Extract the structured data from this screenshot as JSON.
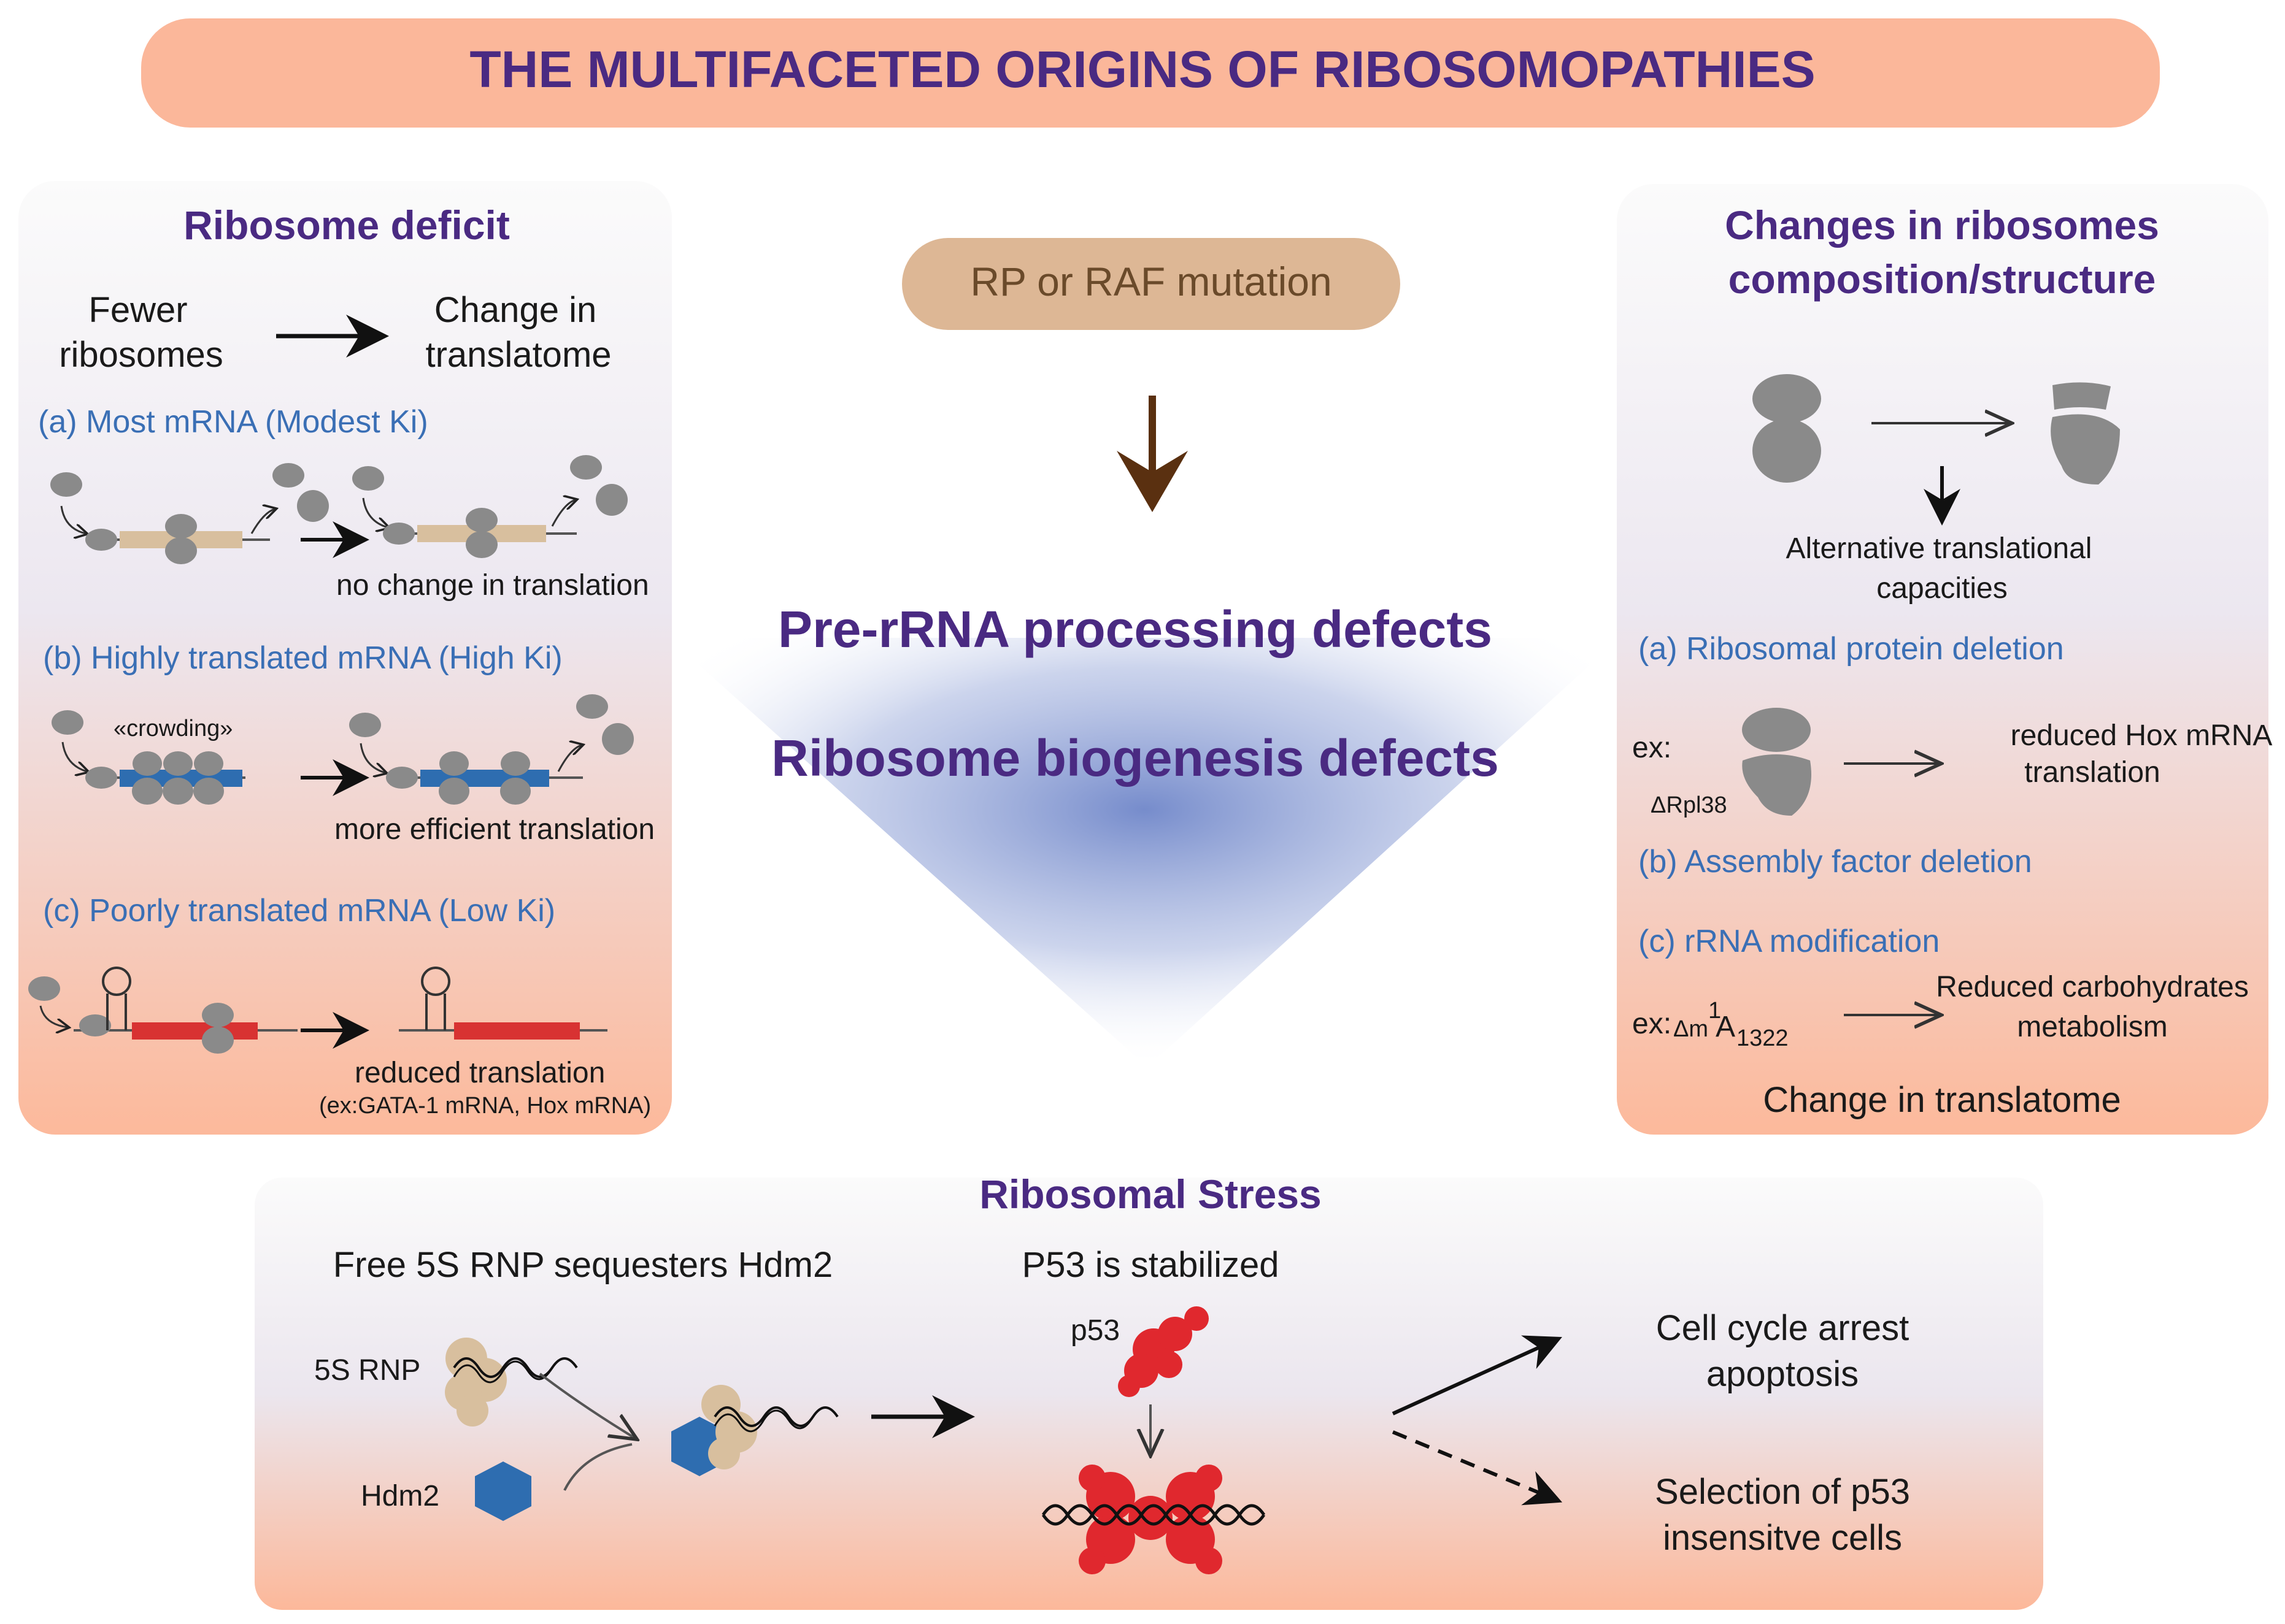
{
  "title": "THE MULTIFACETED ORIGINS OF RIBOSOMOPATHIES",
  "center": {
    "mutation": "RP or RAF mutation",
    "defect1": "Pre-rRNA processing defects",
    "defect2": "Ribosome biogenesis defects"
  },
  "deficit": {
    "heading": "Ribosome deficit",
    "fewer_line1": "Fewer",
    "fewer_line2": "ribosomes",
    "change_line1": "Change in",
    "change_line2": "translatome",
    "a_label": "(a) Most mRNA (Modest Ki)",
    "a_result": "no change in translation",
    "b_label": "(b) Highly translated mRNA (High Ki)",
    "b_crowding": "«crowding»",
    "b_result": "more efficient translation",
    "c_label": "(c) Poorly translated mRNA (Low Ki)",
    "c_result": "reduced translation",
    "c_example": "(ex:GATA-1 mRNA, Hox mRNA)"
  },
  "composition": {
    "heading_line1": "Changes in ribosomes",
    "heading_line2": "composition/structure",
    "alt_line1": "Alternative translational",
    "alt_line2": "capacities",
    "a_label": "(a) Ribosomal protein deletion",
    "ex1_prefix": "ex:",
    "ex1_gene": "ΔRpl38",
    "ex1_result_line1": "reduced Hox mRNA",
    "ex1_result_line2": "translation",
    "b_label": "(b) Assembly factor deletion",
    "c_label": "(c) rRNA modification",
    "ex2_prefix": "ex:",
    "ex2_delta_m": "Δm",
    "ex2_sup": "1",
    "ex2_A": "A",
    "ex2_sub": "1322",
    "ex2_result_line1": "Reduced carbohydrates",
    "ex2_result_line2": "metabolism",
    "footer": "Change in translatome"
  },
  "stress": {
    "heading": "Ribosomal Stress",
    "free5s": "Free 5S RNP sequesters Hdm2",
    "p53_stab": "P53 is stabilized",
    "rnp_label": "5S RNP",
    "hdm2_label": "Hdm2",
    "p53_label": "p53",
    "out1_line1": "Cell cycle arrest",
    "out1_line2": "apoptosis",
    "out2_line1": "Selection of p53",
    "out2_line2": "insensitve cells"
  },
  "colors": {
    "title_bg": "#fbb79a",
    "mutation_bg": "#ddb795",
    "heading": "#4a2a82",
    "item": "#3a6fb5",
    "ribosome": "#8a8a8a",
    "mrna_modest": "#d8bf9e",
    "mrna_high": "#2e6db0",
    "mrna_low": "#d83232",
    "p53": "#e0282e",
    "hdm2": "#2e6db0",
    "arrow_brown": "#5a3010"
  }
}
